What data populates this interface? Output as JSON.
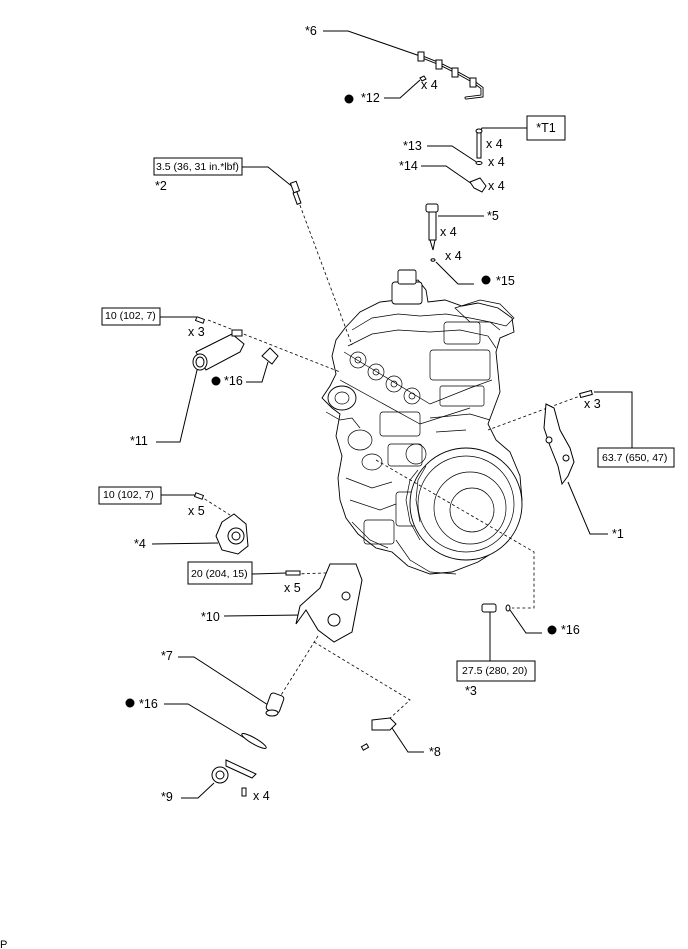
{
  "callouts": {
    "c6": "*6",
    "c12": "*12",
    "c12_qty": "x 4",
    "t1": "*T1",
    "c13": "*13",
    "c13_qty_a": "x 4",
    "c13_qty_b": "x 4",
    "c14": "*14",
    "c14_qty": "x 4",
    "c5": "*5",
    "c5_qty": "x 4",
    "c15_qty": "x 4",
    "c15": "*15",
    "c2_torque": "3.5 (36, 31 in.*lbf)",
    "c2": "*2",
    "c11_torque": "10 (102, 7)",
    "c11_qty": "x 3",
    "c16_a": "*16",
    "c11": "*11",
    "c1_qty": "x 3",
    "c1_torque": "63.7 (650, 47)",
    "c1": "*1",
    "c4_torque": "10 (102, 7)",
    "c4_qty": "x 5",
    "c4": "*4",
    "c10_torque": "20 (204, 15)",
    "c10_qty": "x 5",
    "c10": "*10",
    "c16_b": "*16",
    "c3_torque": "27.5 (280, 20)",
    "c3": "*3",
    "c7": "*7",
    "c16_c": "*16",
    "c8": "*8",
    "c9": "*9",
    "c9_qty": "x 4",
    "corner": "P"
  },
  "marker_symbol": "filled-circle"
}
